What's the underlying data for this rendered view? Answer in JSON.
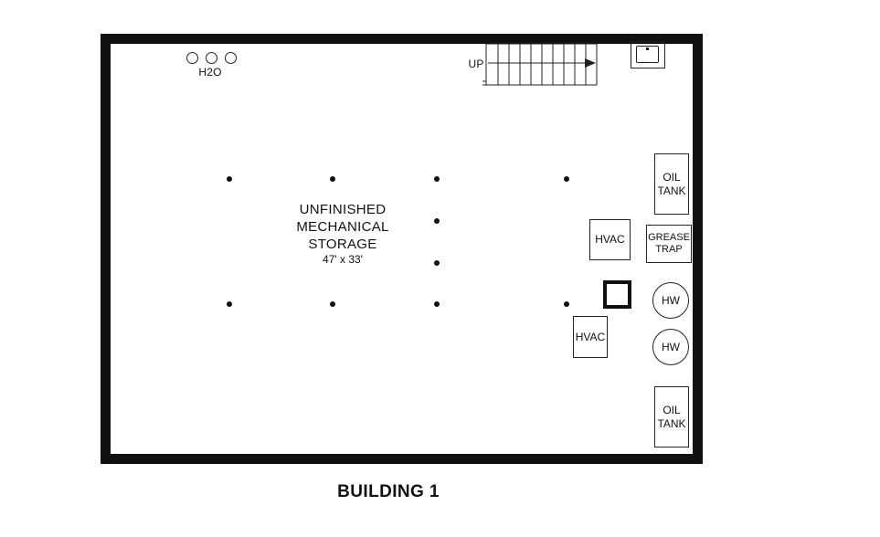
{
  "plan": {
    "room": {
      "name_lines": [
        "UNFINISHED",
        "MECHANICAL",
        "STORAGE"
      ],
      "size": "47' x 33'"
    },
    "water": {
      "label": "H2O"
    },
    "stairs": {
      "label": "UP"
    },
    "fixtures": {
      "oil_tank_top": [
        "OIL",
        "TANK"
      ],
      "hvac_upper": "HVAC",
      "grease_trap": [
        "GREASE",
        "TRAP"
      ],
      "hw_upper": "HW",
      "hvac_lower": "HVAC",
      "hw_lower": "HW",
      "oil_tank_bottom": [
        "OIL",
        "TANK"
      ]
    },
    "title": "BUILDING 1"
  }
}
